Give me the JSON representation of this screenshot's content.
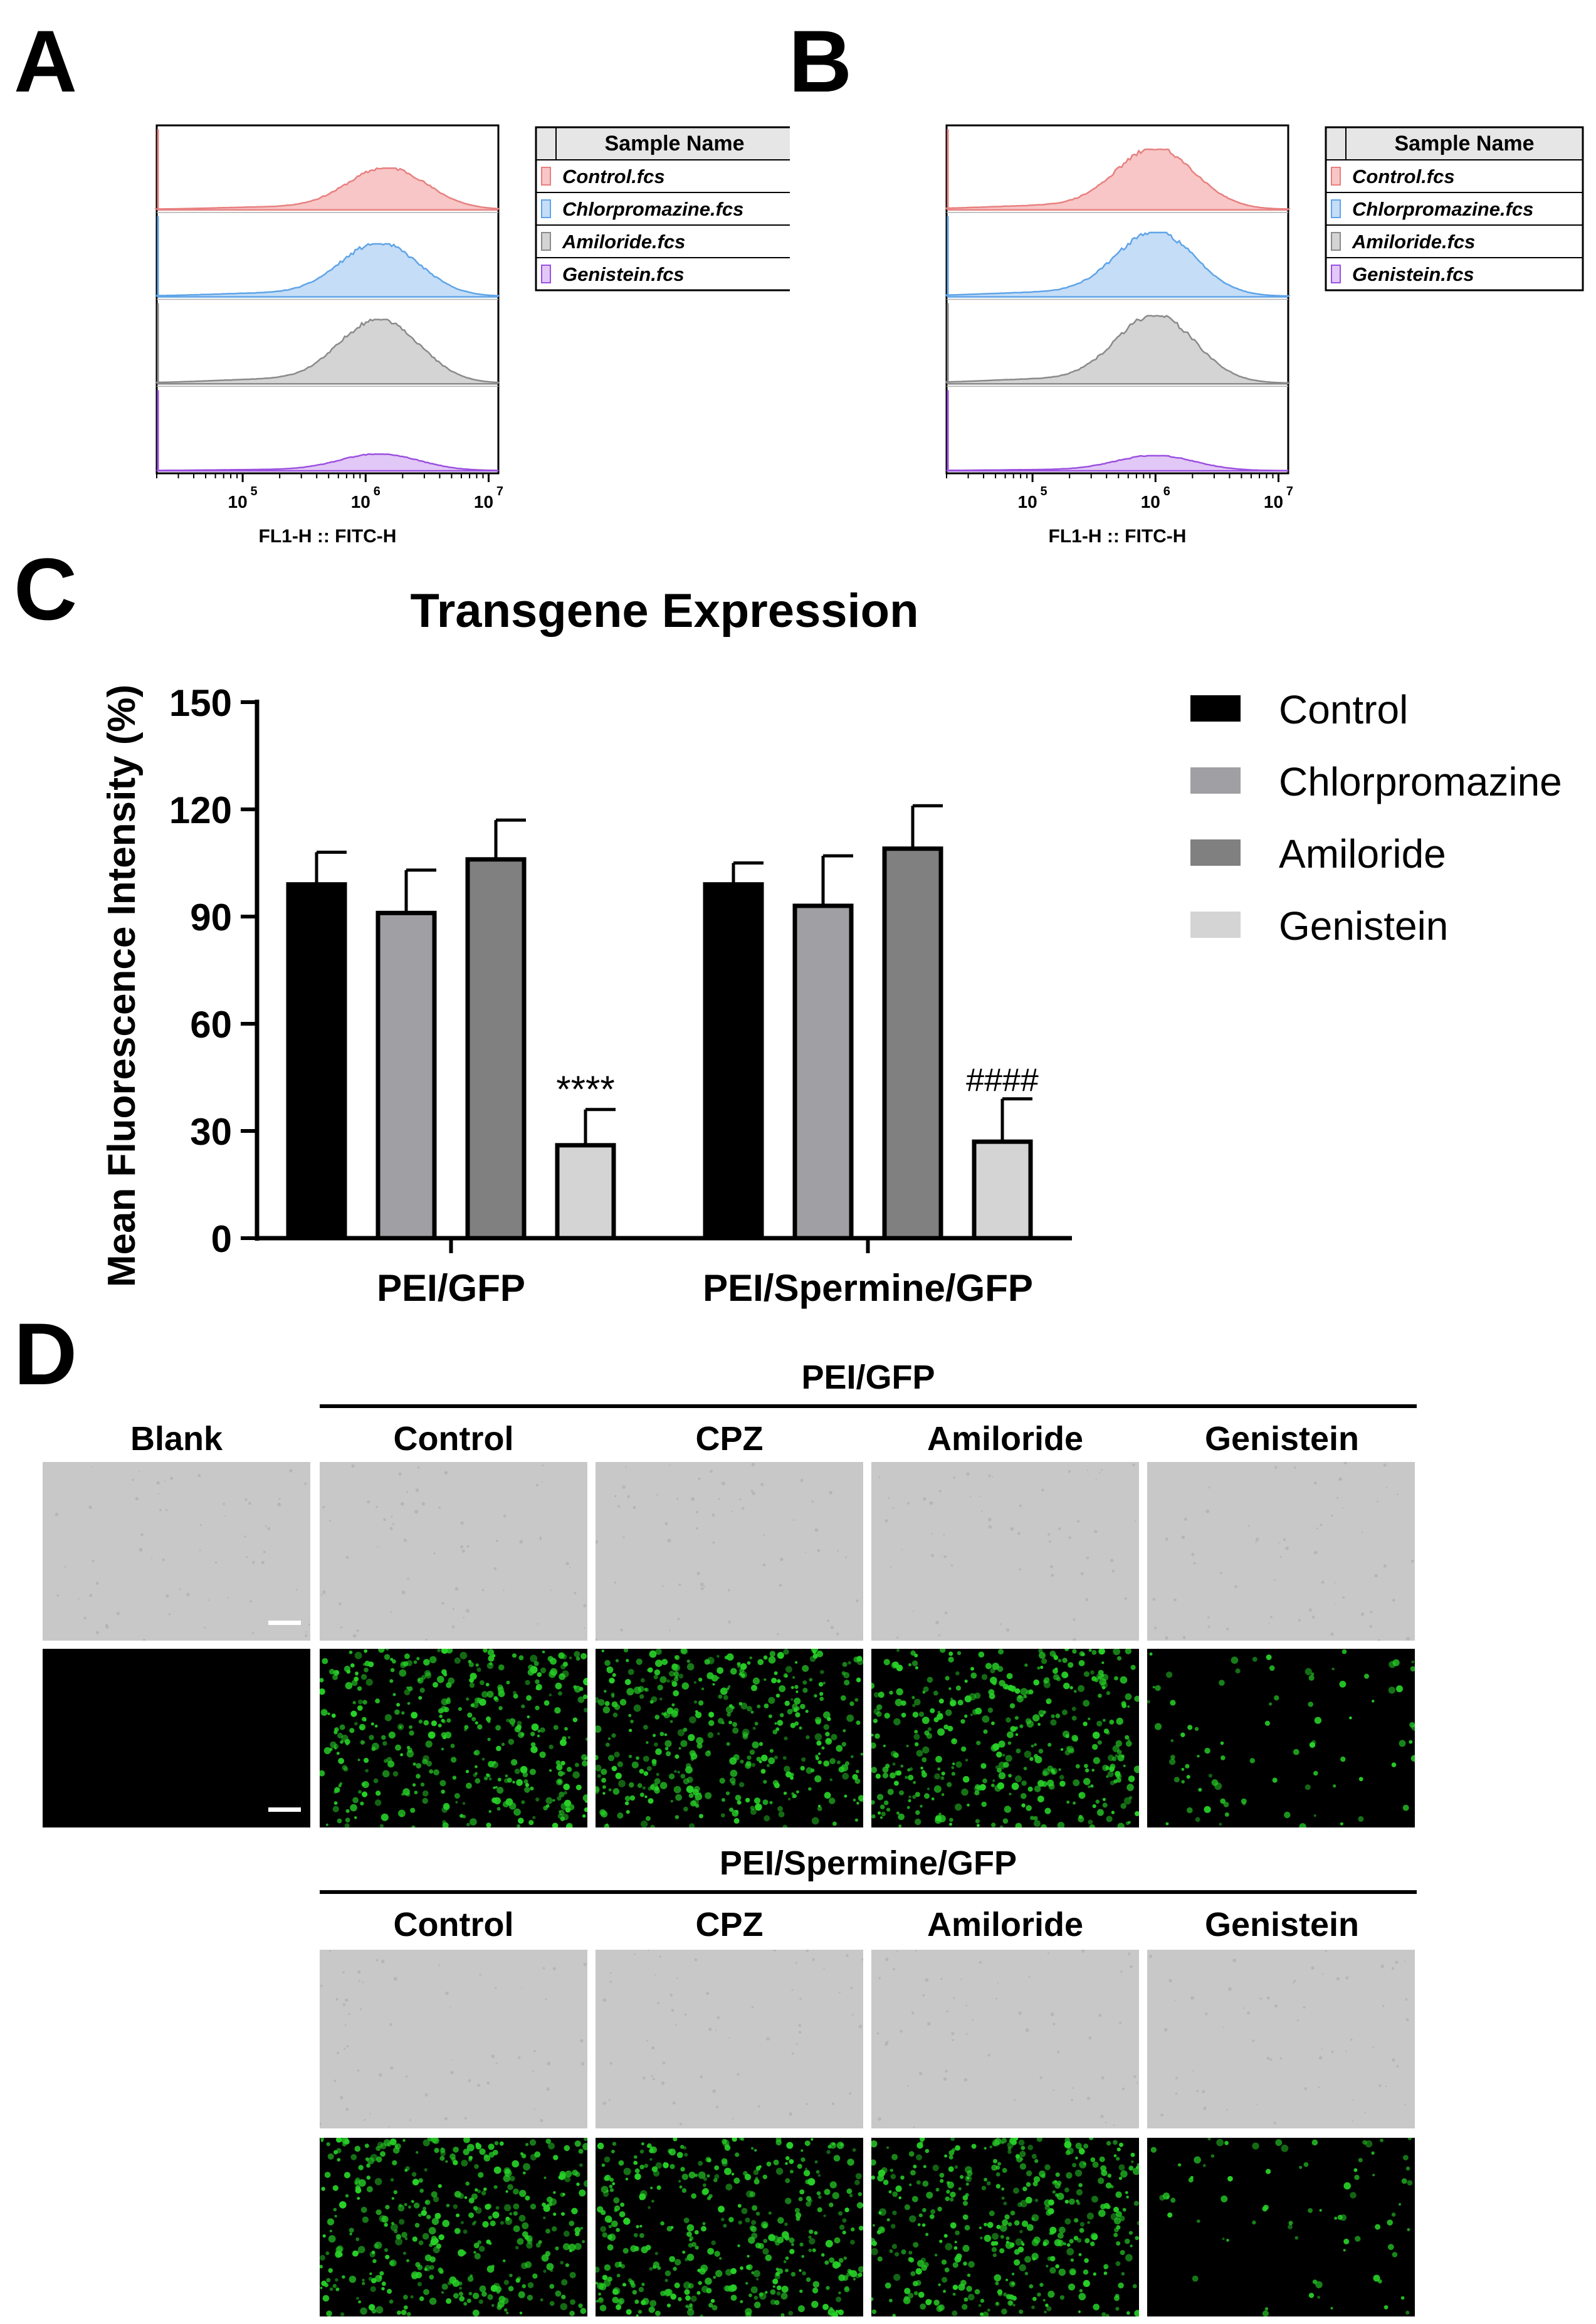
{
  "colors": {
    "control": "#e88080",
    "chlorpromazine": "#5fa4e8",
    "amiloride": "#8a8a8a",
    "genistein": "#9b50e0",
    "control_fill": "#f8c6c6",
    "chlorpromazine_fill": "#c5ddf6",
    "amiloride_fill": "#d4d4d4",
    "genistein_fill": "#e2c8f6",
    "bar_control": "#000000",
    "bar_chlorpromazine": "#a0a0a4",
    "bar_amiloride": "#808080",
    "bar_genistein": "#d4d4d4",
    "bright_field": "#c8c8c8",
    "fluorescence": "#27d127"
  },
  "panels": {
    "a": "A",
    "b": "B",
    "c": "C",
    "d": "D"
  },
  "flow": {
    "x_axis_label": "FL1-H :: FITC-H",
    "x_tick_labels": [
      "10",
      "10",
      "10"
    ],
    "x_tick_exponents": [
      "5",
      "6",
      "7"
    ],
    "legend_header": "Sample Name",
    "samples": [
      "Control.fcs",
      "Chlorpromazine.fcs",
      "Amiloride.fcs",
      "Genistein.fcs"
    ]
  },
  "chart_data": [
    {
      "panel": "A",
      "type": "area",
      "x_scale": "log",
      "xlim": [
        20000,
        12000000
      ],
      "xlabel": "FL1-H :: FITC-H",
      "series": [
        {
          "name": "Control.fcs",
          "peak_x": 1500000,
          "relative_height": 0.55
        },
        {
          "name": "Chlorpromazine.fcs",
          "peak_x": 1300000,
          "relative_height": 0.7
        },
        {
          "name": "Amiloride.fcs",
          "peak_x": 1300000,
          "relative_height": 0.85
        },
        {
          "name": "Genistein.fcs",
          "peak_x": 1300000,
          "relative_height": 0.22
        }
      ]
    },
    {
      "panel": "B",
      "type": "area",
      "x_scale": "log",
      "xlim": [
        20000,
        12000000
      ],
      "xlabel": "FL1-H :: FITC-H",
      "series": [
        {
          "name": "Control.fcs",
          "peak_x": 1000000,
          "relative_height": 0.8
        },
        {
          "name": "Chlorpromazine.fcs",
          "peak_x": 1000000,
          "relative_height": 0.85
        },
        {
          "name": "Amiloride.fcs",
          "peak_x": 1000000,
          "relative_height": 0.9
        },
        {
          "name": "Genistein.fcs",
          "peak_x": 1000000,
          "relative_height": 0.2
        }
      ]
    },
    {
      "panel": "C",
      "type": "bar",
      "title": "Transgene Expression",
      "ylabel": "Mean Fluorescence Intensity (%)",
      "xlabel": "",
      "ylim": [
        0,
        150
      ],
      "yticks": [
        0,
        30,
        60,
        90,
        120,
        150
      ],
      "grid": false,
      "legend_position": "right",
      "categories": [
        "PEI/GFP",
        "PEI/Spermine/GFP"
      ],
      "series": [
        {
          "name": "Control",
          "values": [
            99,
            99
          ],
          "errors": [
            9,
            6
          ]
        },
        {
          "name": "Chlorpromazine",
          "values": [
            91,
            93
          ],
          "errors": [
            12,
            14
          ]
        },
        {
          "name": "Amiloride",
          "values": [
            106,
            109
          ],
          "errors": [
            11,
            12
          ]
        },
        {
          "name": "Genistein",
          "values": [
            26,
            27
          ],
          "errors": [
            10,
            12
          ]
        }
      ],
      "annotations": [
        "****",
        "####"
      ]
    }
  ],
  "microscopy": {
    "blank_label": "Blank",
    "groups": [
      {
        "label": "PEI/GFP",
        "columns": [
          "Control",
          "CPZ",
          "Amiloride",
          "Genistein"
        ]
      },
      {
        "label": "PEI/Spermine/GFP",
        "columns": [
          "Control",
          "CPZ",
          "Amiloride",
          "Genistein"
        ]
      }
    ],
    "cell_density": [
      [
        1.0,
        1.0,
        1.0,
        0.2
      ],
      [
        1.0,
        1.0,
        1.0,
        0.18
      ]
    ]
  }
}
